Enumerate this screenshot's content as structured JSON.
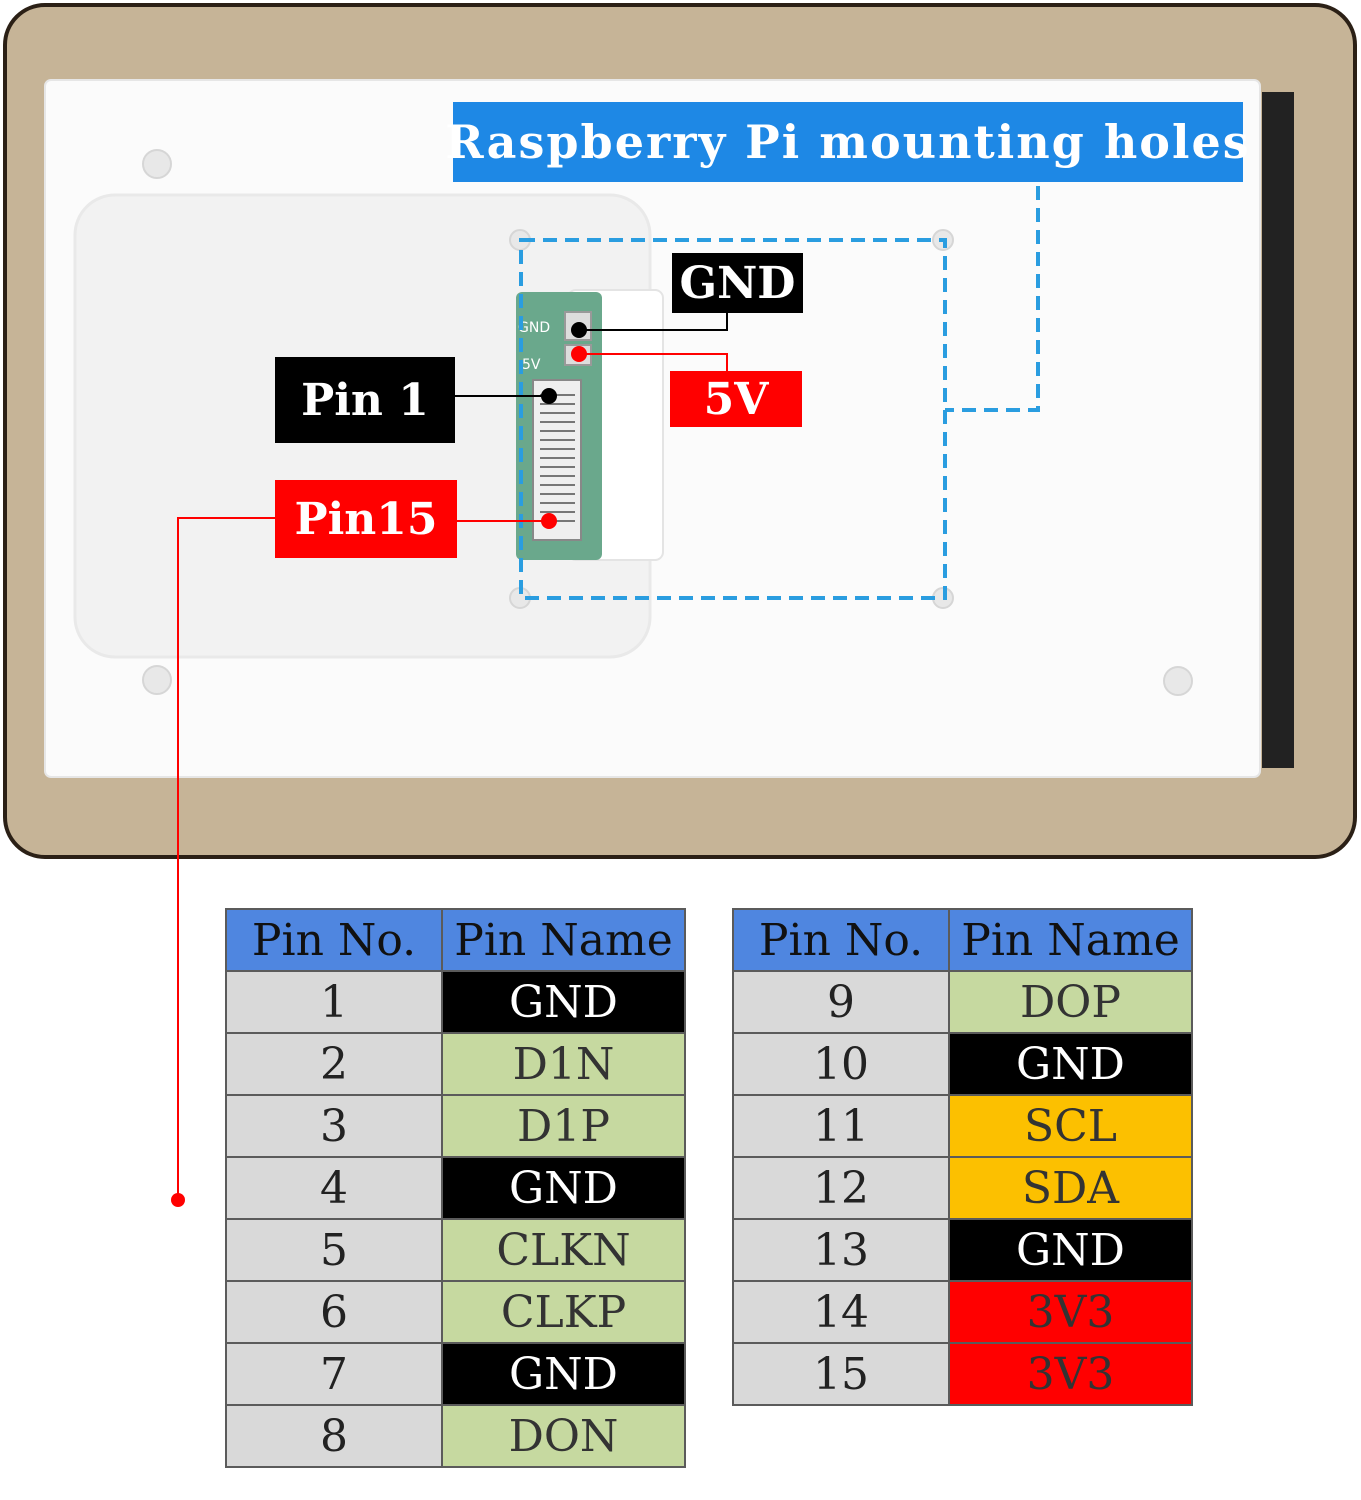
{
  "callouts": {
    "mounting_holes": "Raspberry Pi mounting holes",
    "gnd": "GND",
    "five_v": "5V",
    "pin1": "Pin 1",
    "pin15": "Pin15"
  },
  "connector_silkscreen": {
    "gnd": "GND",
    "five_v": "5V"
  },
  "colors": {
    "callout_blue": "#1e88e5",
    "callout_black": "#000000",
    "callout_red": "#ff0000",
    "header": "#4f86e0",
    "number_cell": "#d9d9d9",
    "gnd": "#000000",
    "data": "#c6d9a0",
    "i2c": "#fcc000",
    "power": "#ff0000"
  },
  "tables": {
    "left": {
      "headers": [
        "Pin No.",
        "Pin Name"
      ],
      "rows": [
        {
          "no": "1",
          "name": "GND",
          "color": "black"
        },
        {
          "no": "2",
          "name": "D1N",
          "color": "green"
        },
        {
          "no": "3",
          "name": "D1P",
          "color": "green"
        },
        {
          "no": "4",
          "name": "GND",
          "color": "black"
        },
        {
          "no": "5",
          "name": "CLKN",
          "color": "green"
        },
        {
          "no": "6",
          "name": "CLKP",
          "color": "green"
        },
        {
          "no": "7",
          "name": "GND",
          "color": "black"
        },
        {
          "no": "8",
          "name": "DON",
          "color": "green"
        }
      ]
    },
    "right": {
      "headers": [
        "Pin No.",
        "Pin Name"
      ],
      "rows": [
        {
          "no": "9",
          "name": "DOP",
          "color": "green"
        },
        {
          "no": "10",
          "name": "GND",
          "color": "black"
        },
        {
          "no": "11",
          "name": "SCL",
          "color": "orange"
        },
        {
          "no": "12",
          "name": "SDA",
          "color": "orange"
        },
        {
          "no": "13",
          "name": "GND",
          "color": "black"
        },
        {
          "no": "14",
          "name": "3V3",
          "color": "red"
        },
        {
          "no": "15",
          "name": "3V3",
          "color": "red"
        }
      ]
    }
  }
}
